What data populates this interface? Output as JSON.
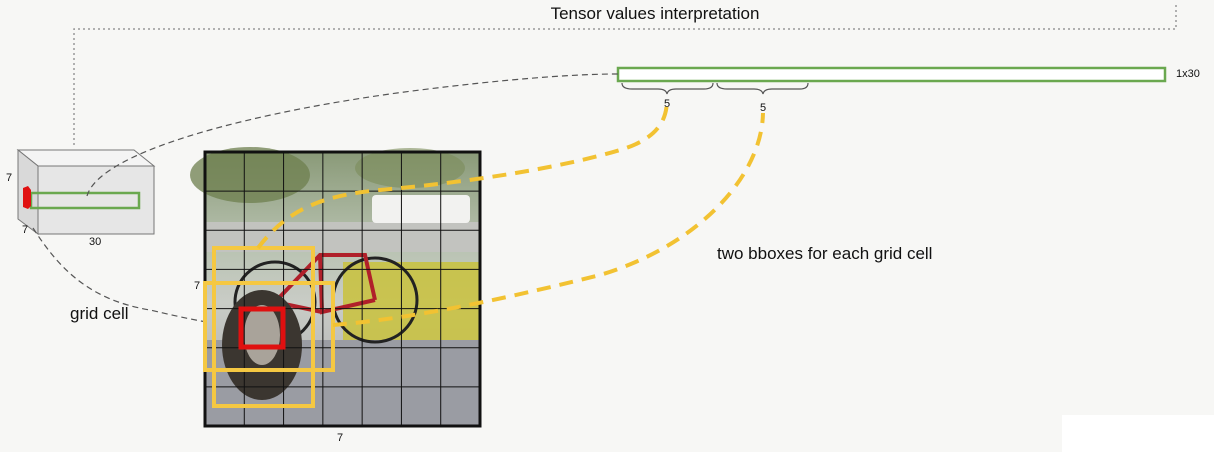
{
  "title": "Tensor values interpretation",
  "vector": {
    "label": "1x30",
    "segment_labels": [
      "5",
      "5"
    ]
  },
  "tensor": {
    "height_label": "7",
    "width_label": "7",
    "depth_label": "30"
  },
  "image": {
    "height_label": "7",
    "width_label": "7",
    "grid_size": 7
  },
  "annotations": {
    "grid_cell": "grid cell",
    "two_bboxes": "two bboxes for each grid cell"
  },
  "colors": {
    "green": "#6aa84f",
    "yellow": "#f2c232",
    "red": "#e01010",
    "dash_gray": "#555555"
  }
}
